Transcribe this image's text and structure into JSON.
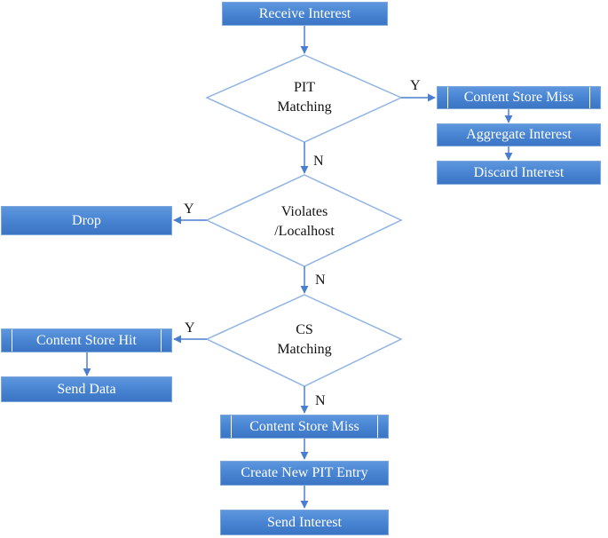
{
  "nodes": {
    "receive_interest": "Receive Interest",
    "pit_matching": [
      "PIT",
      "Matching"
    ],
    "cs_miss_top": "Content Store Miss",
    "aggregate_interest": "Aggregate Interest",
    "discard_interest": "Discard Interest",
    "violates_localhost": [
      "Violates",
      "/Localhost"
    ],
    "drop": "Drop",
    "cs_matching": [
      "CS",
      "Matching"
    ],
    "content_store_hit": "Content Store Hit",
    "send_data": "Send Data",
    "cs_miss_bottom": "Content Store Miss",
    "create_pit_entry": "Create New PIT Entry",
    "send_interest": "Send Interest"
  },
  "edge_labels": {
    "yes": "Y",
    "no": "N"
  },
  "colors": {
    "box_fill": "#4a86d4",
    "box_border": "#7da6dc",
    "diamond_stroke": "#8fb4e3",
    "arrow": "#4a7fcf"
  }
}
